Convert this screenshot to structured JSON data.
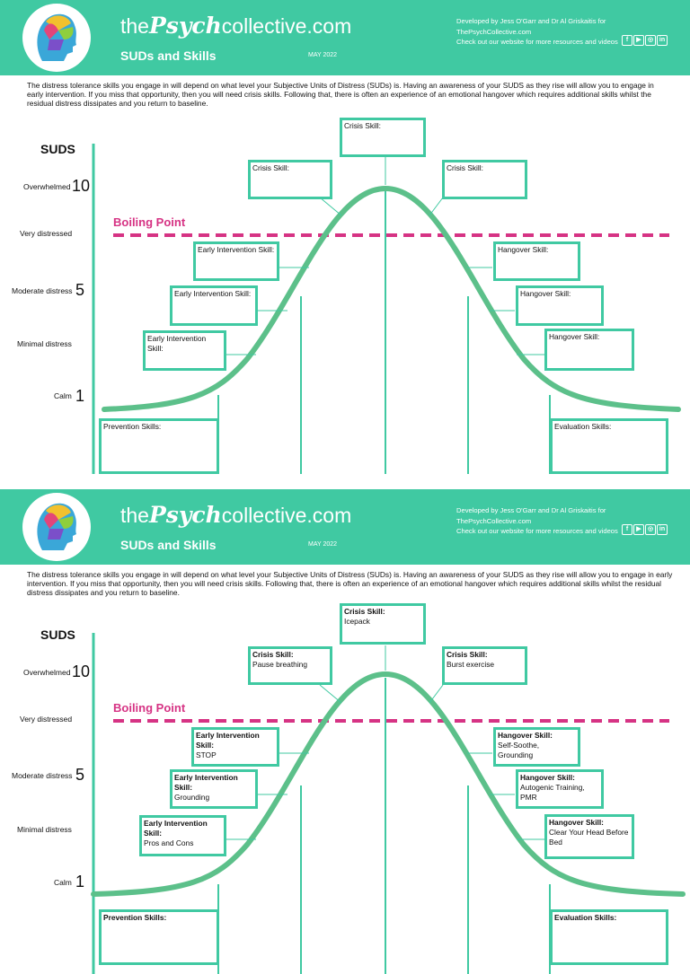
{
  "header": {
    "brand_pre": "the",
    "brand_script": "Psych",
    "brand_post": "collective.com",
    "subtitle": "SUDs and Skills",
    "date": "MAY 2022",
    "credit_line1": "Developed by Jess O'Garr and Dr Al Griskaitis for",
    "credit_line2": "ThePsychCollective.com",
    "credit_line3": "Check out our website for more resources and videos",
    "social_icons": [
      "facebook-icon",
      "youtube-icon",
      "instagram-icon",
      "linkedin-icon"
    ]
  },
  "intro": "The distress tolerance skills you engage in will depend on what level your Subjective Units of Distress (SUDs) is. Having an awareness of your SUDS as they rise will allow you to engage in early intervention. If you miss that opportunity, then you will need crisis skills. Following that, there is often an experience of an emotional hangover which requires additional skills whilst the residual distress dissipates and you return to baseline.",
  "chart": {
    "title": "SUDS",
    "levels": {
      "overwhelmed": "Overwhelmed",
      "very": "Very distressed",
      "moderate": "Moderate distress",
      "minimal": "Minimal distress",
      "calm": "Calm"
    },
    "n10": "10",
    "n5": "5",
    "n1": "1",
    "boiling_point": "Boiling Point"
  },
  "labels": {
    "crisis": "Crisis Skill:",
    "early": "Early Intervention Skill:",
    "hangover": "Hangover Skill:",
    "prevention": "Prevention Skills:",
    "evaluation": "Evaluation Skills:"
  },
  "filled": {
    "crisis_top": "Icepack",
    "crisis_left": "Pause breathing",
    "crisis_right": "Burst exercise",
    "early_1": "STOP",
    "early_2": "Grounding",
    "early_3": "Pros and Cons",
    "hangover_1": "Self-Soothe, Grounding",
    "hangover_2": "Autogenic Training, PMR",
    "hangover_3": "Clear Your Head Before Bed"
  },
  "colors": {
    "brand_teal": "#40c9a2",
    "boiling_magenta": "#d63384",
    "curve_green": "#5cc08a"
  }
}
